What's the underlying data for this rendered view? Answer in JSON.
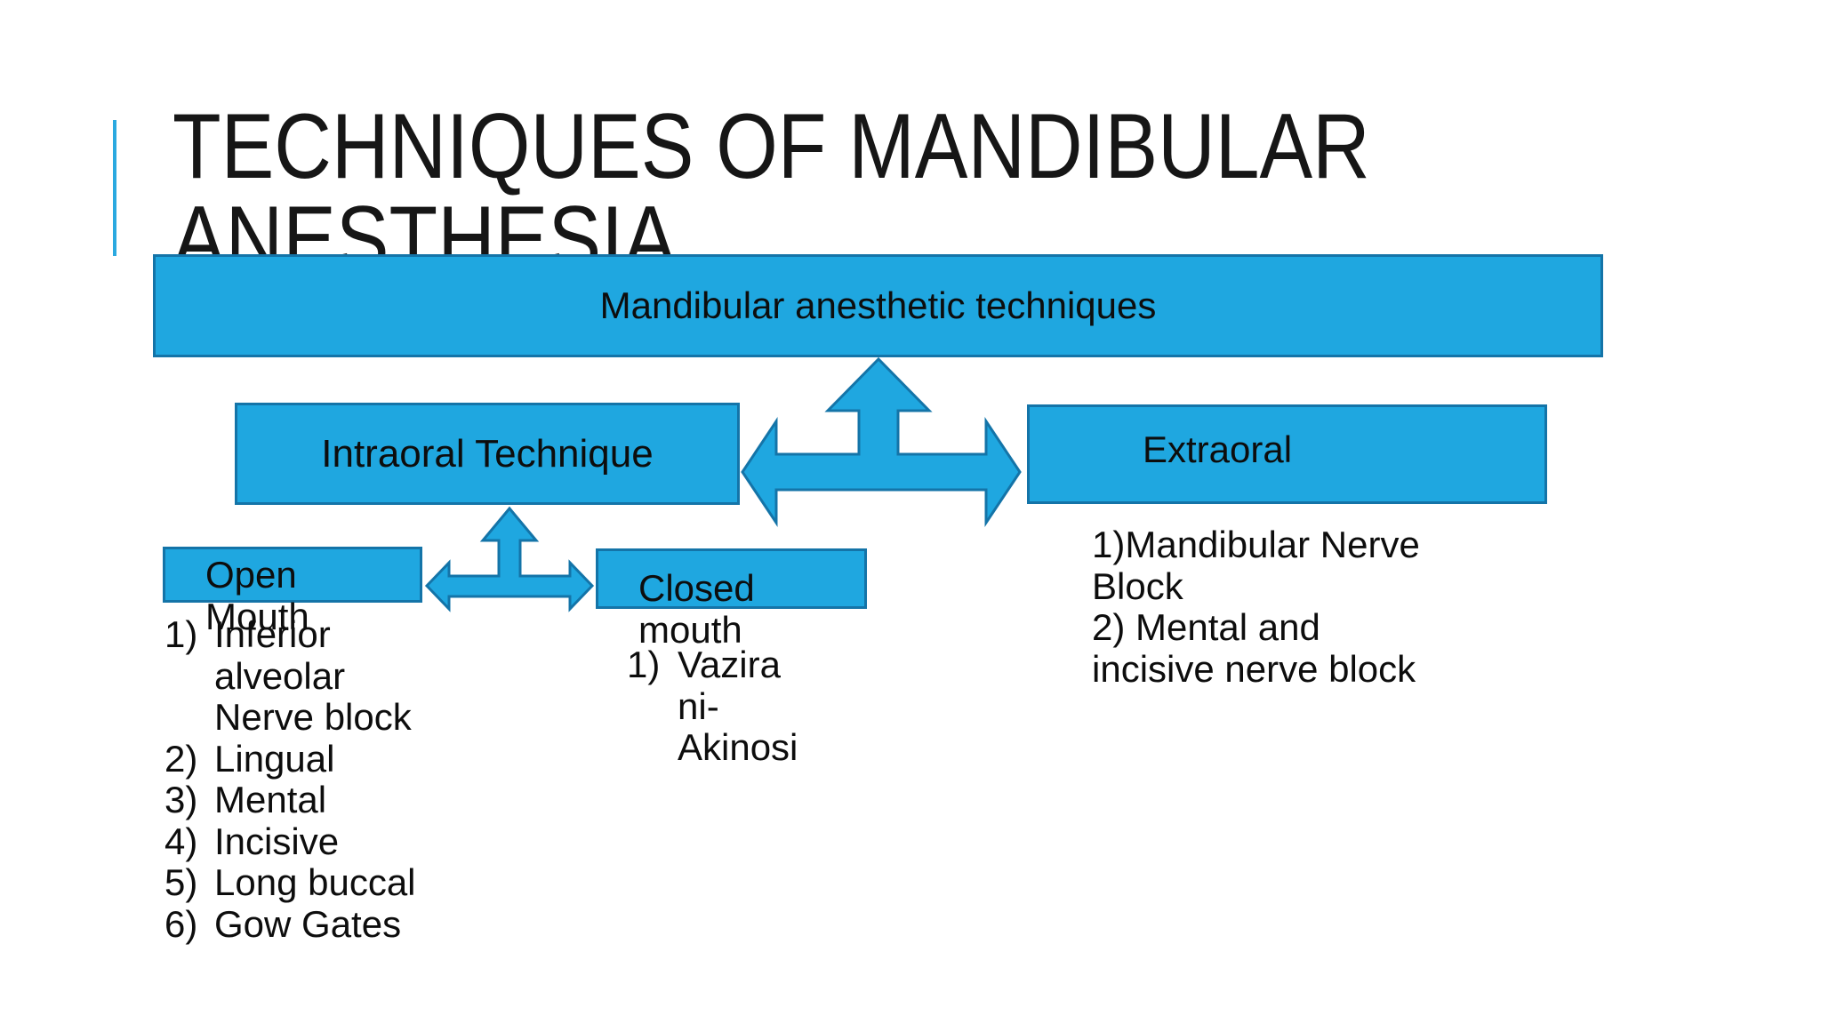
{
  "slide": {
    "title": "TECHNIQUES OF MANDIBULAR\nANESTHESIA",
    "colors": {
      "background": "#ffffff",
      "box_fill": "#1FA7E0",
      "box_border": "#1474A8",
      "accent_line": "#2BA9E0",
      "text": "#0d0d0d"
    },
    "diagram": {
      "root_label": "Mandibular anesthetic techniques",
      "intraoral_label": "Intraoral Technique",
      "extraoral_label": "Extraoral",
      "open_label": "Open Mouth",
      "closed_label": "Closed mouth",
      "open_mouth_list": [
        {
          "num": "1)",
          "text": "Inferior\nalveolar\nNerve block"
        },
        {
          "num": "2)",
          "text": "Lingual"
        },
        {
          "num": "3)",
          "text": "Mental"
        },
        {
          "num": "4)",
          "text": "Incisive"
        },
        {
          "num": "5)",
          "text": "Long buccal"
        },
        {
          "num": "6)",
          "text": "Gow Gates"
        }
      ],
      "closed_mouth_list": [
        {
          "num": "1)",
          "text": "Vazira\nni-\nAkinosi"
        }
      ],
      "extraoral_list": [
        {
          "text": "1)Mandibular Nerve\nBlock"
        },
        {
          "text": "2) Mental and\nincisive nerve block"
        }
      ]
    }
  }
}
